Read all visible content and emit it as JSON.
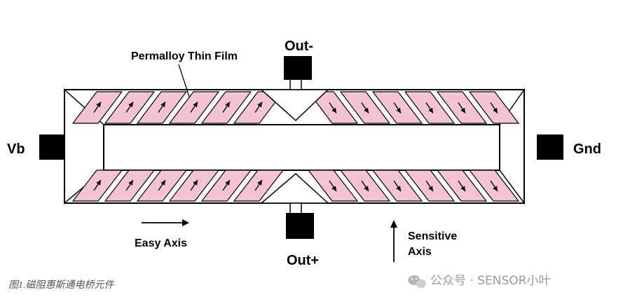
{
  "labels": {
    "out_minus": "Out-",
    "out_plus": "Out+",
    "vb": "Vb",
    "gnd": "Gnd",
    "film": "Permalloy Thin Film",
    "easy_axis": "Easy Axis",
    "sensitive_line1": "Sensitive",
    "sensitive_line2": "Axis"
  },
  "caption": "图1.磁阻惠斯通电桥元件",
  "watermark": {
    "text": "公众号 · SENSOR小叶"
  },
  "colors": {
    "film_fill": "#f4c4d6",
    "outline": "#000000",
    "pad": "#000000",
    "caption": "#555555",
    "watermark": "#9a9a9a"
  },
  "counts": {
    "top_left_strips": 6,
    "top_right_strips": 6,
    "bottom_left_strips": 6,
    "bottom_right_strips": 6
  }
}
